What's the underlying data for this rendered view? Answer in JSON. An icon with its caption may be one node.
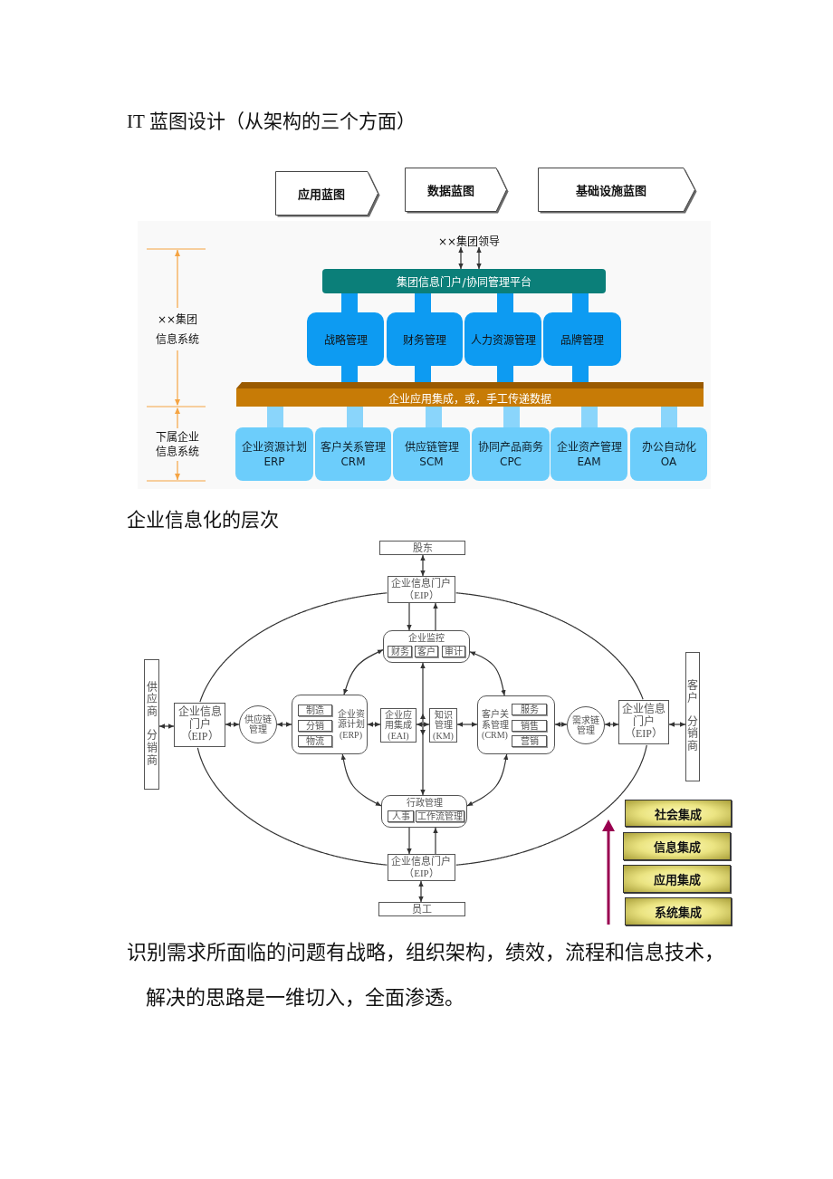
{
  "diagram": {
    "title": "IT 蓝图设计（从架构的三个方面）",
    "nodes": [
      {
        "text": [
          "应用蓝图"
        ]
      },
      {
        "text": [
          "数据蓝图"
        ]
      },
      {
        "text": [
          "基础设施蓝图"
        ]
      },
      {
        "text": [
          "××集团领导"
        ]
      },
      {
        "text": [
          "集团信息门户/协同管理平台"
        ]
      },
      {
        "text": [
          "战略管理"
        ]
      },
      {
        "text": [
          "财务管理"
        ]
      },
      {
        "text": [
          "人力资源管理"
        ]
      },
      {
        "text": [
          "品牌管理"
        ]
      },
      {
        "text": [
          "企业应用集成，或，手工传递数据"
        ]
      },
      {
        "text": [
          "企业资源计划",
          "ERP"
        ]
      },
      {
        "text": [
          "客户关系管理",
          "CRM"
        ]
      },
      {
        "text": [
          "供应链管理",
          "SCM"
        ]
      },
      {
        "text": [
          "协同产品商务",
          "CPC"
        ]
      },
      {
        "text": [
          "企业资产管理",
          "EAM"
        ]
      },
      {
        "text": [
          "办公自动化",
          "OA"
        ]
      },
      {
        "text": [
          "股东"
        ]
      },
      {
        "text": [
          "企业信息门户（EIP）"
        ]
      },
      {
        "text": [
          "企业监控"
        ]
      },
      {
        "text": [
          "财务"
        ],
        "in": 18
      },
      {
        "text": [
          "客户"
        ],
        "in": 18
      },
      {
        "text": [
          "审计"
        ],
        "in": 18
      },
      {
        "text": [
          "供应商",
          "分销商"
        ]
      },
      {
        "text": [
          "企业信息门户（EIP）"
        ]
      },
      {
        "text": [
          "供应链管理"
        ]
      },
      {
        "text": [
          "企业资源计划(ERP)"
        ]
      },
      {
        "text": [
          "制造"
        ],
        "in": 25
      },
      {
        "text": [
          "分销"
        ],
        "in": 25
      },
      {
        "text": [
          "物流"
        ],
        "in": 25
      },
      {
        "text": [
          "企业应用集成(EAI)"
        ]
      },
      {
        "text": [
          "知识管理(KM)"
        ]
      },
      {
        "text": [
          "客户关系管理(CRM)"
        ]
      },
      {
        "text": [
          "服务"
        ],
        "in": 31
      },
      {
        "text": [
          "销售"
        ],
        "in": 31
      },
      {
        "text": [
          "营销"
        ],
        "in": 31
      },
      {
        "text": [
          "需求链管理"
        ]
      },
      {
        "text": [
          "企业信息门户（EIP）"
        ]
      },
      {
        "text": [
          "客户",
          "分销商"
        ]
      },
      {
        "text": [
          "行政管理"
        ]
      },
      {
        "text": [
          "人事"
        ],
        "in": 38
      },
      {
        "text": [
          "工作流管理"
        ],
        "in": 38
      },
      {
        "text": [
          "企业信息门户（EIP）"
        ]
      },
      {
        "text": [
          "员工"
        ]
      },
      {
        "text": [
          "社会集成"
        ]
      },
      {
        "text": [
          "信息集成"
        ]
      },
      {
        "text": [
          "应用集成"
        ]
      },
      {
        "text": [
          "系统集成"
        ]
      }
    ],
    "edges": [
      {
        "from": 3,
        "to": 4,
        "arrow": "both"
      },
      {
        "from": 3,
        "to": 4,
        "arrow": "both"
      },
      {
        "from": 4,
        "to": 5,
        "arrow": "none",
        "style": "thick",
        "color": "#0d9bf2"
      },
      {
        "from": 4,
        "to": 6,
        "arrow": "none",
        "style": "thick",
        "color": "#0d9bf2"
      },
      {
        "from": 4,
        "to": 7,
        "arrow": "none",
        "style": "thick",
        "color": "#0d9bf2"
      },
      {
        "from": 4,
        "to": 8,
        "arrow": "none",
        "style": "thick",
        "color": "#0d9bf2"
      },
      {
        "from": 5,
        "to": 9,
        "arrow": "none",
        "style": "thick",
        "color": "#0d9bf2"
      },
      {
        "from": 6,
        "to": 9,
        "arrow": "none",
        "style": "thick",
        "color": "#0d9bf2"
      },
      {
        "from": 7,
        "to": 9,
        "arrow": "none",
        "style": "thick",
        "color": "#0d9bf2"
      },
      {
        "from": 8,
        "to": 9,
        "arrow": "none",
        "style": "thick",
        "color": "#0d9bf2"
      },
      {
        "from": 9,
        "to": 10,
        "arrow": "none",
        "style": "thick",
        "color": "#8ad5fb"
      },
      {
        "from": 9,
        "to": 11,
        "arrow": "none",
        "style": "thick",
        "color": "#8ad5fb"
      },
      {
        "from": 9,
        "to": 12,
        "arrow": "none",
        "style": "thick",
        "color": "#8ad5fb"
      },
      {
        "from": 9,
        "to": 13,
        "arrow": "none",
        "style": "thick",
        "color": "#8ad5fb"
      },
      {
        "from": 9,
        "to": 14,
        "arrow": "none",
        "style": "thick",
        "color": "#8ad5fb"
      },
      {
        "from": 9,
        "to": 15,
        "arrow": "none",
        "style": "thick",
        "color": "#8ad5fb"
      },
      {
        "from": 16,
        "to": 17,
        "arrow": "both"
      },
      {
        "from": 17,
        "to": 18,
        "arrow": "to"
      },
      {
        "from": 18,
        "to": 17,
        "arrow": "to"
      },
      {
        "from": 18,
        "to": 25,
        "arrow": "both"
      },
      {
        "from": 18,
        "to": 31,
        "arrow": "both"
      },
      {
        "from": 22,
        "to": 23,
        "arrow": "both"
      },
      {
        "from": 23,
        "to": 24,
        "arrow": "both"
      },
      {
        "from": 24,
        "to": 25,
        "arrow": "both"
      },
      {
        "from": 25,
        "to": 29,
        "arrow": "both"
      },
      {
        "from": 29,
        "to": 30,
        "arrow": "both"
      },
      {
        "from": 18,
        "to": 38,
        "arrow": "both"
      },
      {
        "from": 30,
        "to": 31,
        "arrow": "both"
      },
      {
        "from": 31,
        "to": 35,
        "arrow": "both"
      },
      {
        "from": 35,
        "to": 36,
        "arrow": "both"
      },
      {
        "from": 36,
        "to": 37,
        "arrow": "both"
      },
      {
        "from": 25,
        "to": 38,
        "arrow": "both"
      },
      {
        "from": 31,
        "to": 38,
        "arrow": "both"
      },
      {
        "from": 38,
        "to": 41,
        "arrow": "to"
      },
      {
        "from": 41,
        "to": 38,
        "arrow": "to"
      },
      {
        "from": 41,
        "to": 42,
        "arrow": "both"
      },
      {
        "from": 17,
        "to": 36,
        "arrow": "none"
      },
      {
        "from": 36,
        "to": 41,
        "arrow": "none"
      },
      {
        "from": 41,
        "to": 23,
        "arrow": "none"
      },
      {
        "from": 23,
        "to": 17,
        "arrow": "none"
      }
    ],
    "labels": [
      "××集团信息系统",
      "下属企业信息系统",
      "企业信息化的层次",
      "识别需求所面临的问题有战略，组织架构，绩效，流程和信息技术，解决的思路是一维切入，全面渗透。"
    ]
  }
}
